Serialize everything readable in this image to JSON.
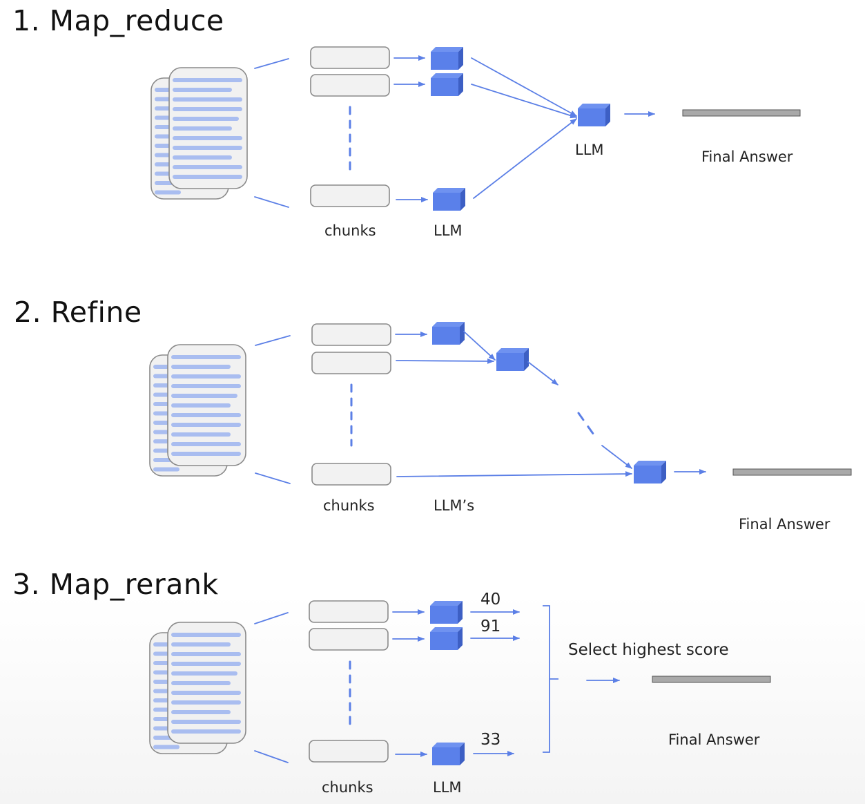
{
  "sections": [
    {
      "title": "1. Map_reduce",
      "chunks_label": "chunks",
      "llm_label": "LLM",
      "reduce_llm_label": "LLM",
      "final_label": "Final Answer"
    },
    {
      "title": "2. Refine",
      "chunks_label": "chunks",
      "llm_label": "LLM’s",
      "final_label": "Final Answer"
    },
    {
      "title": "3. Map_rerank",
      "chunks_label": "chunks",
      "llm_label": "LLM",
      "scores": [
        "40",
        "91",
        "33"
      ],
      "select_label": "Select highest score",
      "final_label": "Final Answer"
    }
  ],
  "colors": {
    "accent": "#5b7fe6",
    "cube_front": "#5a80ea",
    "cube_top": "#6f92f0",
    "cube_side": "#3d5fc4",
    "doc_line": "#a9bdf0",
    "doc_fill": "#f1f1f1",
    "doc_stroke": "#8a8a8a",
    "answer_bar": "#a9a9a9"
  }
}
